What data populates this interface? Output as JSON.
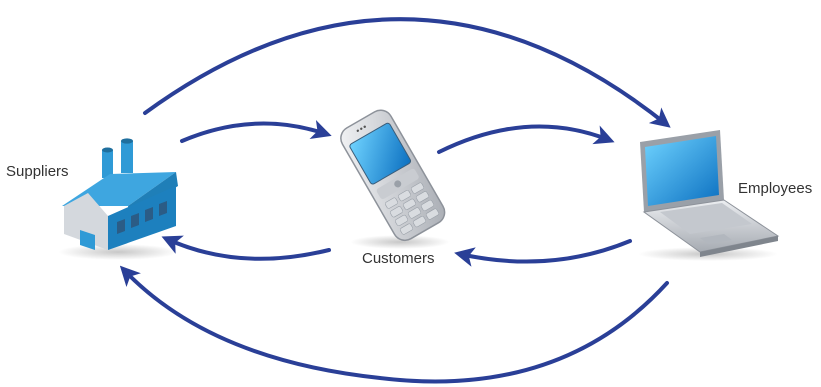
{
  "nodes": {
    "suppliers": {
      "label": "Suppliers",
      "icon": "factory-icon"
    },
    "customers": {
      "label": "Customers",
      "icon": "mobile-phone-icon"
    },
    "employees": {
      "label": "Employees",
      "icon": "laptop-icon"
    }
  },
  "connections": [
    {
      "from": "suppliers",
      "to": "employees"
    },
    {
      "from": "suppliers",
      "to": "customers"
    },
    {
      "from": "customers",
      "to": "employees"
    },
    {
      "from": "employees",
      "to": "customers"
    },
    {
      "from": "customers",
      "to": "suppliers"
    },
    {
      "from": "employees",
      "to": "suppliers"
    }
  ],
  "colors": {
    "arrow": "#2a3f97",
    "factory_blue": "#2f9ad6",
    "screen_blue": "#1e9de0",
    "device_gray": "#b8bcc2"
  }
}
